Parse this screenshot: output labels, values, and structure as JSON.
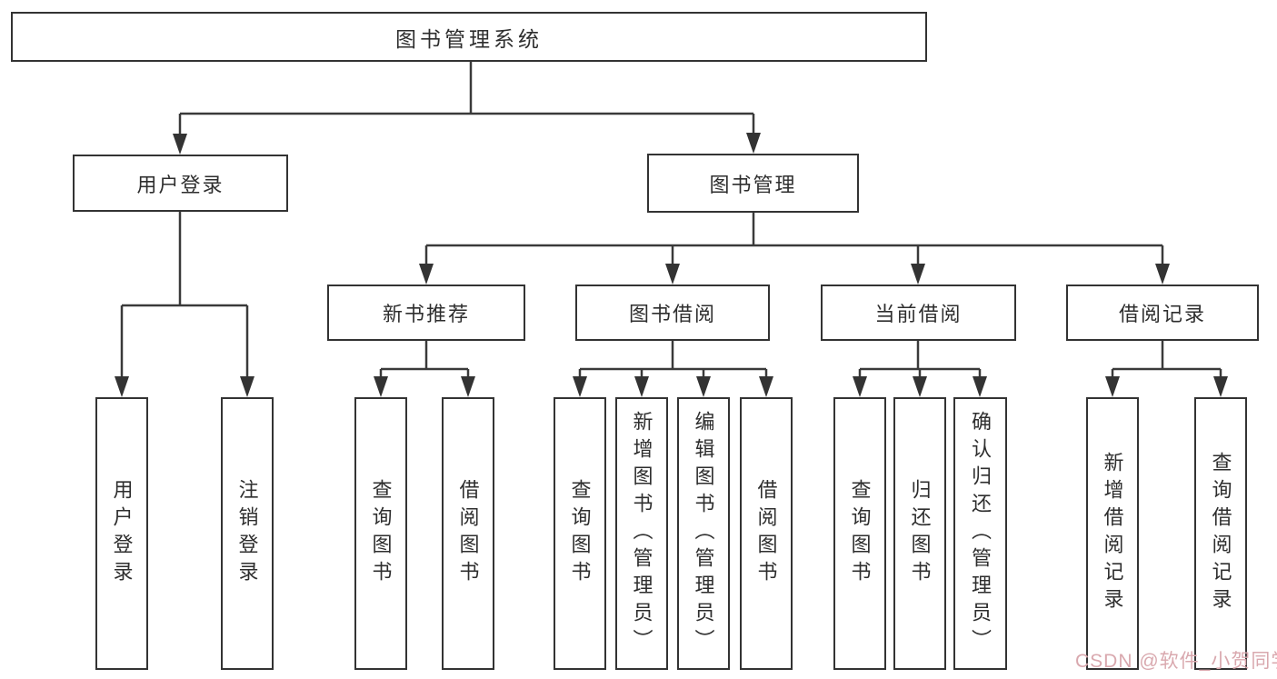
{
  "root": {
    "label": "图书管理系统"
  },
  "branches": [
    {
      "label": "用户登录",
      "children": [
        {
          "label": "用户登录"
        },
        {
          "label": "注销登录"
        }
      ]
    },
    {
      "label": "图书管理",
      "children": [
        {
          "label": "新书推荐",
          "children": [
            {
              "label": "查询图书"
            },
            {
              "label": "借阅图书"
            }
          ]
        },
        {
          "label": "图书借阅",
          "children": [
            {
              "label": "查询图书"
            },
            {
              "label": "新增图书（管理员）"
            },
            {
              "label": "编辑图书（管理员）"
            },
            {
              "label": "借阅图书"
            }
          ]
        },
        {
          "label": "当前借阅",
          "children": [
            {
              "label": "查询图书"
            },
            {
              "label": "归还图书"
            },
            {
              "label": "确认归还（管理员）"
            }
          ]
        },
        {
          "label": "借阅记录",
          "children": [
            {
              "label": "新增借阅记录"
            },
            {
              "label": "查询借阅记录"
            }
          ]
        }
      ]
    }
  ],
  "watermark": {
    "text": "CSDN @软件_小贺同学",
    "color": "#d9a8ae"
  },
  "colors": {
    "line": "#3a3a3a",
    "box_border": "#333333",
    "text": "#2e2e2e",
    "background": "#ffffff"
  }
}
